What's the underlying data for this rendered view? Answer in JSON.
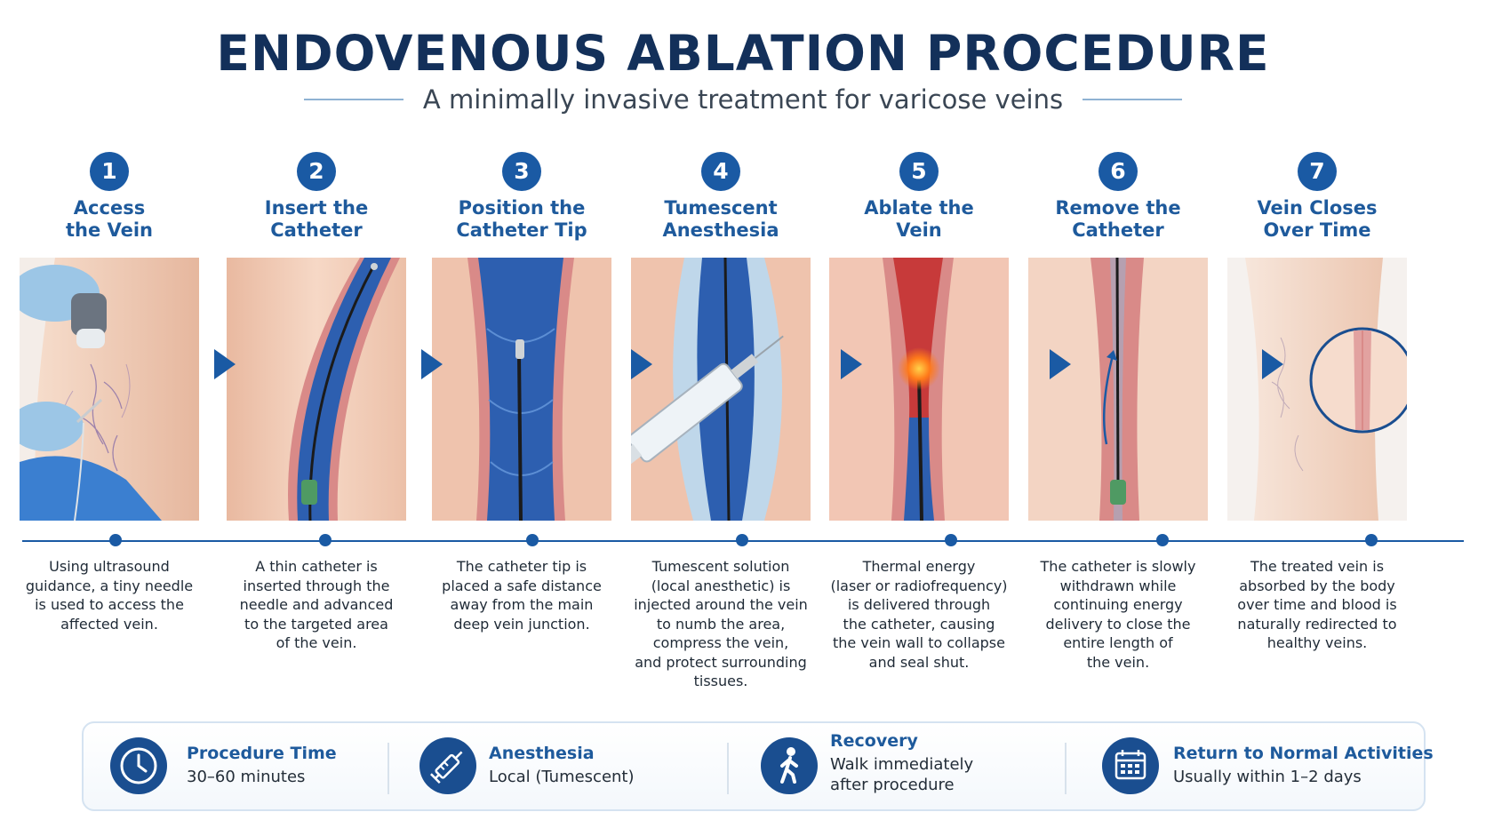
{
  "header": {
    "title": "ENDOVENOUS ABLATION PROCEDURE",
    "subtitle": "A minimally invasive treatment for varicose veins"
  },
  "steps": [
    {
      "number": "1",
      "title": "Access\nthe Vein",
      "description": "Using ultrasound\nguidance, a tiny needle\nis used to access the\naffected vein."
    },
    {
      "number": "2",
      "title": "Insert the\nCatheter",
      "description": "A thin catheter is\ninserted through the\nneedle and advanced\nto the targeted area\nof the vein."
    },
    {
      "number": "3",
      "title": "Position the\nCatheter Tip",
      "description": "The catheter tip is\nplaced a safe distance\naway from the main\ndeep vein junction."
    },
    {
      "number": "4",
      "title": "Tumescent\nAnesthesia",
      "description": "Tumescent solution\n(local anesthetic) is\ninjected around the vein\nto numb the area,\ncompress the vein,\nand protect surrounding\ntissues."
    },
    {
      "number": "5",
      "title": "Ablate the\nVein",
      "description": "Thermal energy\n(laser or radiofrequency)\nis delivered through\nthe catheter, causing\nthe vein wall to collapse\nand seal shut."
    },
    {
      "number": "6",
      "title": "Remove the\nCatheter",
      "description": "The catheter is slowly\nwithdrawn while\ncontinuing energy\ndelivery to close the\nentire length of\nthe vein."
    },
    {
      "number": "7",
      "title": "Vein Closes\nOver Time",
      "description": "The treated vein is\nabsorbed by the body\nover time and blood is\nnaturally redirected to\nhealthy veins."
    }
  ],
  "info": [
    {
      "label": "Procedure Time",
      "value": "30–60 minutes",
      "icon": "clock-icon"
    },
    {
      "label": "Anesthesia",
      "value": "Local (Tumescent)",
      "icon": "syringe-icon"
    },
    {
      "label": "Recovery",
      "value": "Walk immediately\nafter procedure",
      "icon": "walking-person-icon"
    },
    {
      "label": "Return to Normal Activities",
      "value": "Usually within 1–2 days",
      "icon": "calendar-icon"
    }
  ],
  "colors": {
    "primary": "#1a5aa4",
    "title": "#13305a",
    "vein": "#2d5fb0",
    "skin": "#efc6ae"
  }
}
